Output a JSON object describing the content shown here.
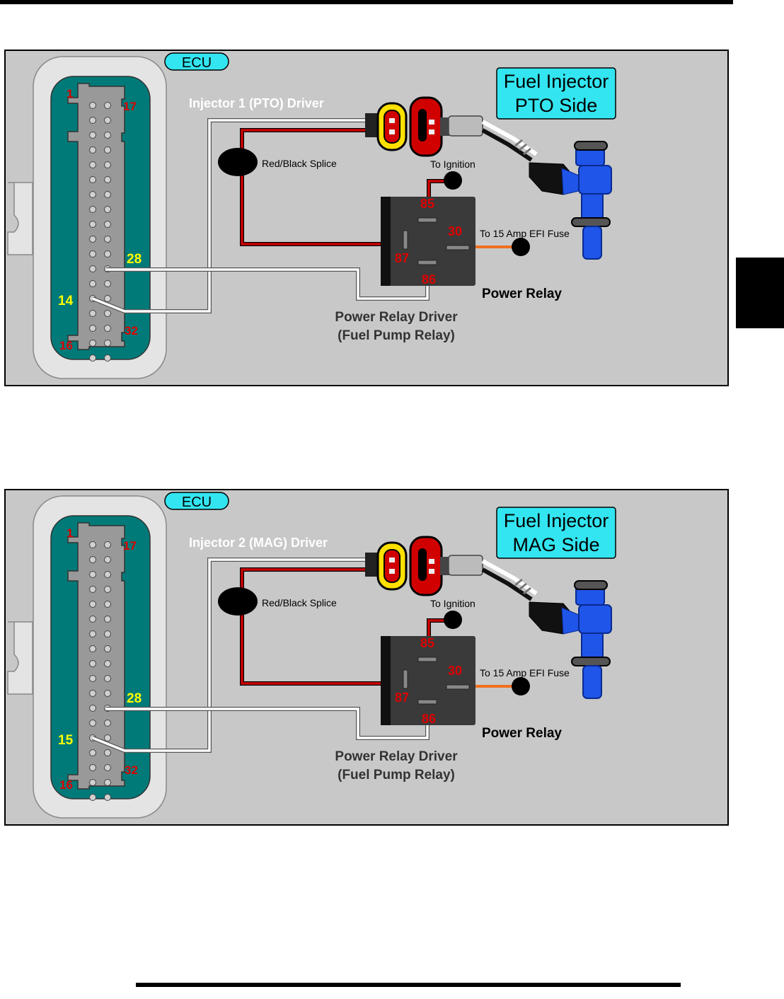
{
  "panels": [
    {
      "ecu_label": "ECU",
      "injector_title_line1": "Fuel Injector",
      "injector_title_line2": "PTO Side",
      "driver_label": "Injector 1 (PTO) Driver",
      "splice_label": "Red/Black Splice",
      "ignition_label": "To Ignition",
      "fuse_label": "To 15 Amp EFI Fuse",
      "relay_title": "Power Relay",
      "relay_driver_line1": "Power Relay Driver",
      "relay_driver_line2": "(Fuel Pump Relay)",
      "pins": {
        "p1": "1",
        "p17": "17",
        "p28": "28",
        "pin_driver": "14",
        "p32": "32",
        "p16": "16"
      },
      "relay_pins": {
        "r85": "85",
        "r30": "30",
        "r87": "87",
        "r86": "86"
      }
    },
    {
      "ecu_label": "ECU",
      "injector_title_line1": "Fuel Injector",
      "injector_title_line2": "MAG Side",
      "driver_label": "Injector 2 (MAG) Driver",
      "splice_label": "Red/Black Splice",
      "ignition_label": "To Ignition",
      "fuse_label": "To 15 Amp EFI Fuse",
      "relay_title": "Power Relay",
      "relay_driver_line1": "Power Relay Driver",
      "relay_driver_line2": "(Fuel Pump Relay)",
      "pins": {
        "p1": "1",
        "p17": "17",
        "p28": "28",
        "pin_driver": "15",
        "p32": "32",
        "p16": "16"
      },
      "relay_pins": {
        "r85": "85",
        "r30": "30",
        "r87": "87",
        "r86": "86"
      }
    }
  ],
  "colors": {
    "panel_bg": "#c8c8c8",
    "ecu_body": "#e4e4e4",
    "ecu_teal": "#007a78",
    "connector_gray": "#999999",
    "label_cyan": "#33e5f0",
    "wire_red": "#cc0000",
    "wire_orange": "#f07020",
    "relay_body": "#3a3a3a",
    "injector_blue": "#1f55e8",
    "pin_red": "#e00000",
    "pin_yellow": "#ffff00"
  }
}
